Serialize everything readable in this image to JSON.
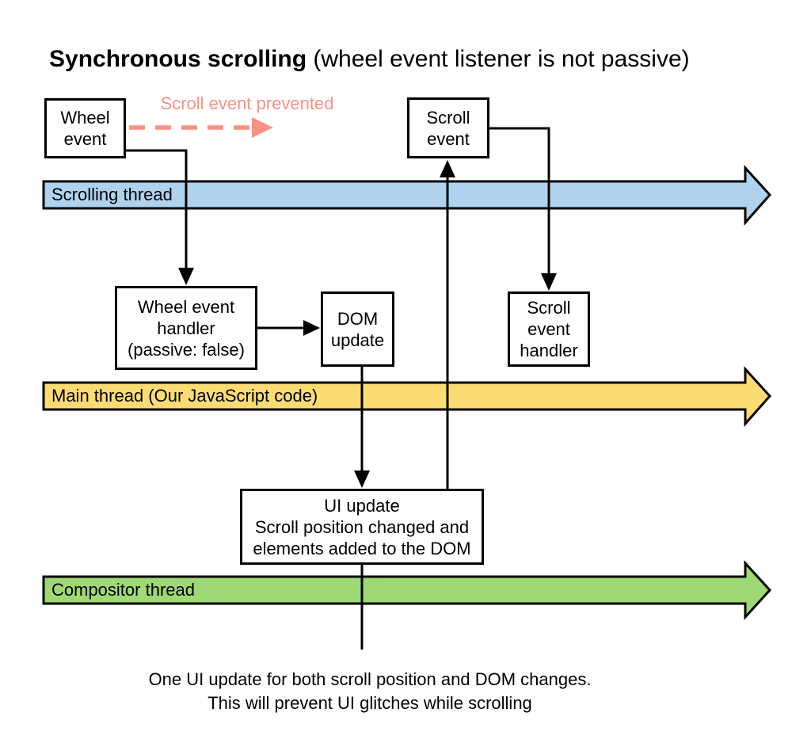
{
  "title": {
    "main": "Synchronous scrolling",
    "subtitle": " (wheel event listener is not passive)"
  },
  "prevented_annotation": {
    "label": "Scroll event prevented",
    "color": "#FB9183"
  },
  "threads": [
    {
      "id": "scrolling-thread",
      "label": "Scrolling thread",
      "color": "#AFD3EE"
    },
    {
      "id": "main-thread",
      "label": "Main thread (Our JavaScript code)",
      "color": "#FBDC73"
    },
    {
      "id": "compositor-thread",
      "label": "Compositor thread",
      "color": "#9FD875"
    }
  ],
  "nodes": {
    "wheel_event": "Wheel\nevent",
    "scroll_event": "Scroll\nevent",
    "wheel_event_handler": "Wheel event\nhandler\n(passive: false)",
    "dom_update": "DOM\nupdate",
    "scroll_event_handler": "Scroll\nevent\nhandler",
    "ui_update": "UI update\nScroll position changed and\nelements added to the DOM"
  },
  "caption": "One UI update for both scroll position and DOM changes.\nThis will prevent UI glitches while scrolling",
  "line_color": "#000000"
}
